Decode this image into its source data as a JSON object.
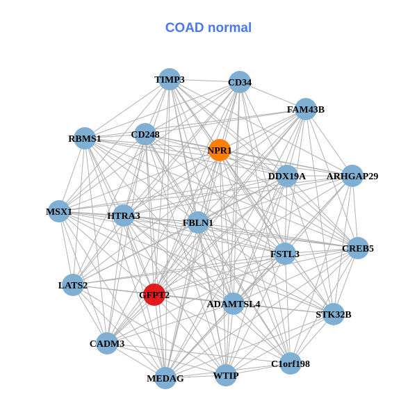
{
  "title": "COAD normal",
  "colors": {
    "default": "#7fb0d4",
    "edge": "#b0b0b0",
    "highlight_orange": "#ff7f00",
    "highlight_red": "#e41a1c"
  },
  "nodes": [
    {
      "id": "TIMP3"
    },
    {
      "id": "CD34"
    },
    {
      "id": "FAM43B"
    },
    {
      "id": "RBMS1"
    },
    {
      "id": "CD248"
    },
    {
      "id": "NPR1",
      "color": "#ff7f00"
    },
    {
      "id": "DDX19A"
    },
    {
      "id": "ARHGAP29"
    },
    {
      "id": "MSX1"
    },
    {
      "id": "HTRA3"
    },
    {
      "id": "FBLN1"
    },
    {
      "id": "FSTL3"
    },
    {
      "id": "CREB5"
    },
    {
      "id": "LATS2"
    },
    {
      "id": "GFPT2",
      "color": "#e41a1c"
    },
    {
      "id": "ADAMTSL4"
    },
    {
      "id": "STK32B"
    },
    {
      "id": "CADM3"
    },
    {
      "id": "MEDAG"
    },
    {
      "id": "WTIP"
    },
    {
      "id": "C1orf198"
    }
  ],
  "adjacency": {
    "TIMP3": [
      "CD34",
      "RBMS1",
      "CD248",
      "NPR1",
      "DDX19A",
      "ARHGAP29",
      "MSX1",
      "HTRA3",
      "FBLN1",
      "FSTL3",
      "CREB5",
      "GFPT2",
      "ADAMTSL4",
      "MEDAG",
      "WTIP",
      "C1orf198",
      "STK32B"
    ],
    "CD34": [
      "FAM43B",
      "RBMS1",
      "CD248",
      "NPR1",
      "DDX19A",
      "MSX1",
      "HTRA3",
      "FBLN1",
      "FSTL3",
      "LATS2",
      "GFPT2",
      "ADAMTSL4",
      "CADM3",
      "MEDAG",
      "WTIP",
      "C1orf198"
    ],
    "FAM43B": [
      "RBMS1",
      "CD248",
      "NPR1",
      "DDX19A",
      "ARHGAP29",
      "HTRA3",
      "FBLN1",
      "FSTL3",
      "CREB5",
      "LATS2",
      "GFPT2",
      "ADAMTSL4",
      "MEDAG",
      "STK32B",
      "CADM3"
    ],
    "RBMS1": [
      "CD248",
      "NPR1",
      "DDX19A",
      "ARHGAP29",
      "MSX1",
      "HTRA3",
      "FBLN1",
      "FSTL3",
      "LATS2",
      "GFPT2",
      "ADAMTSL4",
      "CADM3",
      "MEDAG",
      "CREB5"
    ],
    "CD248": [
      "NPR1",
      "DDX19A",
      "ARHGAP29",
      "MSX1",
      "HTRA3",
      "FBLN1",
      "FSTL3",
      "CREB5",
      "LATS2",
      "GFPT2",
      "ADAMTSL4",
      "CADM3",
      "MEDAG",
      "WTIP",
      "C1orf198"
    ],
    "NPR1": [
      "DDX19A",
      "ARHGAP29",
      "MSX1",
      "HTRA3",
      "FBLN1",
      "FSTL3",
      "CREB5",
      "GFPT2",
      "ADAMTSL4",
      "MEDAG",
      "WTIP",
      "C1orf198",
      "STK32B"
    ],
    "DDX19A": [
      "ARHGAP29",
      "MSX1",
      "HTRA3",
      "FBLN1",
      "FSTL3",
      "CREB5",
      "LATS2",
      "GFPT2",
      "ADAMTSL4",
      "CADM3",
      "MEDAG",
      "WTIP",
      "STK32B"
    ],
    "ARHGAP29": [
      "MSX1",
      "HTRA3",
      "FBLN1",
      "FSTL3",
      "CREB5",
      "GFPT2",
      "ADAMTSL4",
      "STK32B",
      "MEDAG",
      "C1orf198"
    ],
    "MSX1": [
      "HTRA3",
      "FBLN1",
      "FSTL3",
      "CREB5",
      "LATS2",
      "GFPT2",
      "ADAMTSL4",
      "CADM3",
      "MEDAG",
      "STK32B"
    ],
    "HTRA3": [
      "FBLN1",
      "FSTL3",
      "CREB5",
      "LATS2",
      "GFPT2",
      "ADAMTSL4",
      "STK32B",
      "CADM3",
      "MEDAG",
      "WTIP",
      "C1orf198"
    ],
    "FBLN1": [
      "FSTL3",
      "CREB5",
      "LATS2",
      "GFPT2",
      "ADAMTSL4",
      "STK32B",
      "CADM3",
      "MEDAG",
      "WTIP",
      "C1orf198"
    ],
    "FSTL3": [
      "CREB5",
      "LATS2",
      "GFPT2",
      "ADAMTSL4",
      "STK32B",
      "CADM3",
      "MEDAG",
      "WTIP",
      "C1orf198"
    ],
    "CREB5": [
      "LATS2",
      "GFPT2",
      "ADAMTSL4",
      "STK32B",
      "MEDAG",
      "WTIP",
      "C1orf198"
    ],
    "LATS2": [
      "GFPT2",
      "ADAMTSL4",
      "STK32B",
      "CADM3",
      "MEDAG",
      "WTIP"
    ],
    "GFPT2": [
      "ADAMTSL4",
      "STK32B",
      "CADM3",
      "MEDAG",
      "WTIP",
      "C1orf198"
    ],
    "ADAMTSL4": [
      "STK32B",
      "CADM3",
      "MEDAG",
      "WTIP",
      "C1orf198"
    ],
    "STK32B": [
      "MEDAG",
      "WTIP",
      "C1orf198"
    ],
    "CADM3": [
      "MEDAG",
      "WTIP",
      "C1orf198"
    ],
    "MEDAG": [
      "WTIP",
      "C1orf198"
    ],
    "WTIP": [
      "C1orf198"
    ]
  }
}
